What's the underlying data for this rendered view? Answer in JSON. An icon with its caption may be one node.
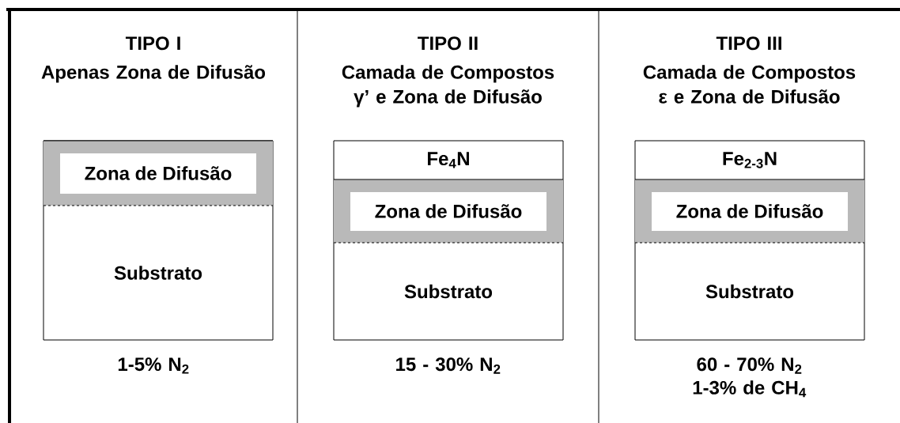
{
  "diagram": {
    "nodes": [
      {
        "text": [
          "TIPO I",
          "Apenas Zona de Difusão",
          "1-5% N$_{2}$"
        ]
      },
      {
        "text": [],
        "shape": "box",
        "in": 0
      },
      {
        "text": [
          "Zona de Difusão"
        ],
        "in": 1
      },
      {
        "text": [
          "Substrato"
        ],
        "in": 1
      },
      {
        "text": [
          "TIPO II",
          "Camada de Compostos γ’ e Zona de Difusão",
          "15 - 30% N$_{2}$"
        ]
      },
      {
        "text": [],
        "shape": "box",
        "in": 4
      },
      {
        "text": [
          "Fe$_{4}$N"
        ],
        "in": 5
      },
      {
        "text": [
          "Zona de Difusão"
        ],
        "in": 5
      },
      {
        "text": [
          "Substrato"
        ],
        "in": 5
      },
      {
        "text": [
          "TIPO III",
          "Camada de Compostos ε e Zona de Difusão",
          "60 - 70% N$_{2}$",
          "1-3% de CH$_{4}$"
        ]
      },
      {
        "text": [],
        "shape": "box",
        "in": 9
      },
      {
        "text": [
          "Fe$_{2-3}$N"
        ],
        "in": 10
      },
      {
        "text": [
          "Zona de Difusão"
        ],
        "in": 10
      },
      {
        "text": [
          "Substrato"
        ],
        "in": 10
      }
    ]
  }
}
